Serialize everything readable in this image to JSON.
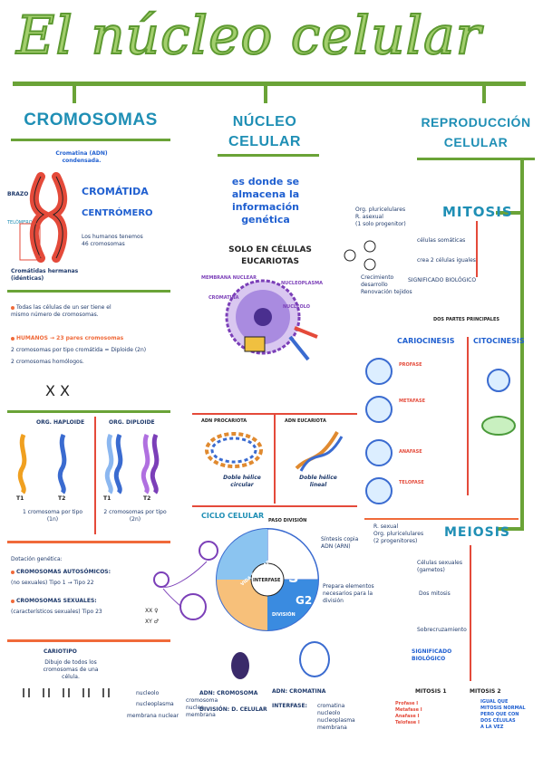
{
  "title": "El núcleo celular",
  "sections": {
    "cromosomas": "CROMOSOMAS",
    "nucleo": [
      "NÚCLEO",
      "CELULAR"
    ],
    "reproduccion": [
      "REPRODUCCIÓN",
      "CELULAR"
    ]
  },
  "cromosomas_block": {
    "cromatina_label": [
      "Cromatina (ADN)",
      "condensada."
    ],
    "brazo": "BRAZO",
    "telomero": "TELÓMERO",
    "cromatida": "CROMÁTIDA",
    "centromero": "CENTRÓMERO",
    "humanos_note": [
      "Los humanos tenemos",
      "46 cromosomas"
    ],
    "hermanas": [
      "Cromátidas hermanas",
      "(idénticas)"
    ],
    "note1": [
      "Todas las células de un ser tiene el",
      "mismo número de cromosomas."
    ],
    "humanos": "HUMANOS → 23 pares cromosomas",
    "pares1": "2 cromosomas por tipo cromátida = Diploide (2n)",
    "pares2": "2 cromosomas homólogos.",
    "org_haploide": "ORG. HAPLOIDE",
    "org_diploide": "ORG. DIPLOIDE",
    "t1": "T1",
    "t2": "T2",
    "haploide_caption": [
      "1 cromosoma por tipo",
      "(1n)"
    ],
    "diploide_caption": [
      "2 cromosomas por tipo",
      "(2n)"
    ],
    "dotacion": "Dotación genética:",
    "autosomicos": "CROMOSOMAS AUTOSÓMICOS:",
    "autosomicos_desc": "(no sexuales) Tipo 1 → Tipo 22",
    "sexuales": "CROMOSOMAS SEXUALES:",
    "sexuales_desc": "(característicos sexuales) Tipo 23",
    "xx": "XX ♀",
    "xy": "XY ♂",
    "cariotipo": "CARIOTIPO",
    "cariotipo_desc": [
      "Dibujo de todos los",
      "cromosomas de una",
      "célula."
    ]
  },
  "nucleo_block": {
    "def": [
      "es donde se",
      "almacena la",
      "información",
      "genética"
    ],
    "eucariotas": [
      "SOLO EN CÉLULAS",
      "EUCARIOTAS"
    ],
    "membrana": "MEMBRANA NUCLEAR",
    "nucleoplasma": "NUCLEOPLASMA",
    "nucleolo": "NUCLEOLO",
    "cromatina": "CROMATINA",
    "adn_procariota": "ADN PROCARIOTA",
    "adn_eucariota": "ADN EUCARIOTA",
    "helice_circular": [
      "Doble hélice",
      "circular"
    ],
    "helice_lineal": [
      "Doble hélice",
      "lineal"
    ]
  },
  "ciclo": {
    "title": "CICLO CELULAR",
    "vida": "VIDA CELULAR",
    "interfase": "INTERFASE",
    "s": "S",
    "g2": "G2",
    "division": "DIVISIÓN",
    "paso_division": "PASO DIVISIÓN",
    "sintesis": [
      "Síntesis copia",
      "ADN (ARN)"
    ],
    "prepara": [
      "Prepara elementos",
      "necesarios para la",
      "división"
    ],
    "adn_cromosomas": "ADN: CROMOSOMA",
    "adn_cromatina": "ADN: CROMATINA",
    "division_celular": "DIVISIÓN: D. CELULAR",
    "interfase_label": "INTERFASE:",
    "nucleolo": "nucleolo",
    "nucleoplasma": "nucleoplasma",
    "membrana": "membrana nuclear",
    "interfase_items": [
      "cromatina",
      "nucleolo",
      "nucleoplasma",
      "membrana"
    ],
    "division_items": [
      "cromosoma",
      "nucleo",
      "membrana"
    ]
  },
  "repro_block": {
    "mitosis": "MITOSIS",
    "mitosis_org": [
      "Org. pluricelulares",
      "R. asexual",
      "(1 solo progenitor)"
    ],
    "nueva_celulas": "células somáticas",
    "dos_celulas": "crea 2 células iguales",
    "significado": "SIGNIFICADO BIOLÓGICO",
    "crecimiento": [
      "Crecimiento",
      "desarrollo",
      "Renovación tejidos"
    ],
    "fases": "DOS PARTES PRINCIPALES",
    "cariocinesis": "CARIOCINESIS",
    "citocinesis": "CITOCINESIS",
    "profase": "PROFASE",
    "metafase": "METAFASE",
    "anafase": "ANAFASE",
    "telofase": "TELOFASE",
    "meiosis": "MEIOSIS",
    "meiosis_org": [
      "R. sexual",
      "Org. pluricelulares",
      "(2 progenitores)"
    ],
    "sexuales": "Células sexuales (gametos)",
    "dos_mitosis": "Dos mitosis",
    "sobrecruzamiento": "Sobrecruzamiento",
    "significado_m": "SIGNIFICADO BIOLÓGICO",
    "mitosis1": "MITOSIS 1",
    "mitosis2": "MITOSIS 2",
    "fases_list": [
      "Profase I",
      "Metafase I",
      "Anafase I",
      "Telofase I"
    ],
    "igual": [
      "IGUAL QUE",
      "MITOSIS NORMAL",
      "PERO QUE CON",
      "DOS CÉLULAS",
      "A LA VEZ"
    ]
  }
}
